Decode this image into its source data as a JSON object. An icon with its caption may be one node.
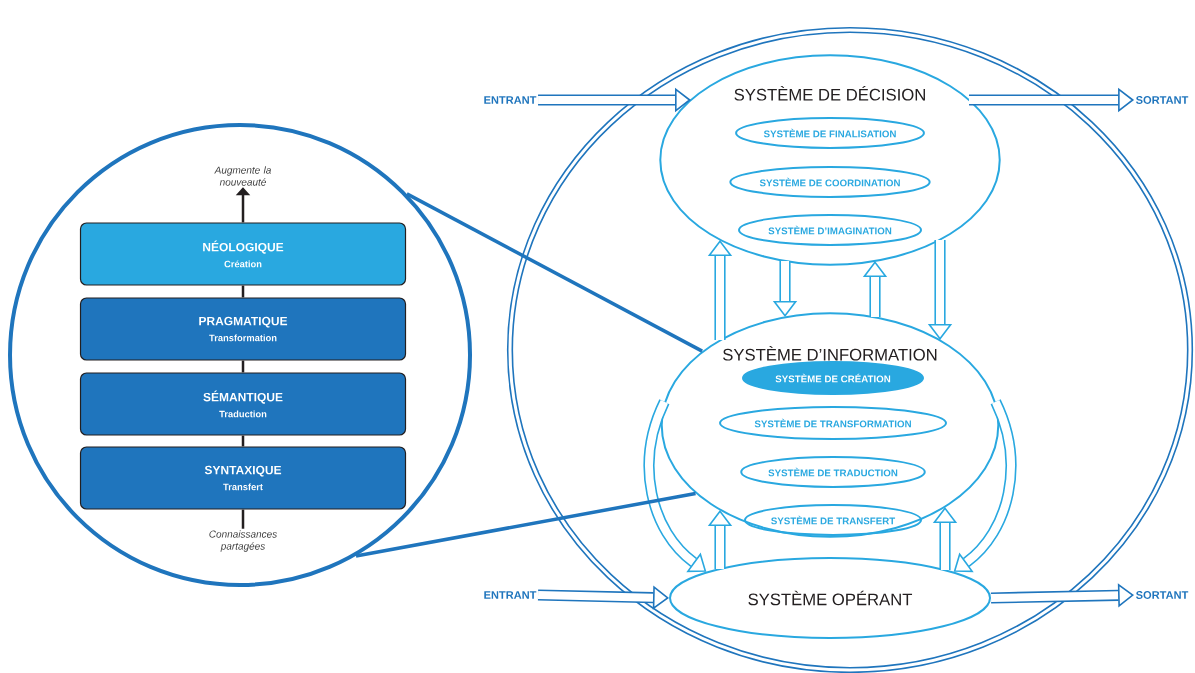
{
  "diagram": {
    "nodes": [
      {
        "text": [],
        "shape": "circle"
      },
      {
        "text": [
          "SYSTÈME DE DÉCISION"
        ],
        "in": 0
      },
      {
        "text": [
          "SYSTÈME DE FINALISATION"
        ],
        "in": 1
      },
      {
        "text": [
          "SYSTÈME DE COORDINATION"
        ],
        "in": 1
      },
      {
        "text": [
          "SYSTÈME D’IMAGINATION"
        ],
        "in": 1
      },
      {
        "text": [
          "SYSTÈME D’INFORMATION"
        ],
        "in": 0
      },
      {
        "text": [
          "SYSTÈME DE CRÉATION"
        ],
        "in": 5
      },
      {
        "text": [
          "SYSTÈME DE TRANSFORMATION"
        ],
        "in": 5
      },
      {
        "text": [
          "SYSTÈME DE TRADUCTION"
        ],
        "in": 5
      },
      {
        "text": [
          "SYSTÈME DE TRANSFERT"
        ],
        "in": 5
      },
      {
        "text": [
          "SYSTÈME OPÉRANT"
        ],
        "in": 0
      },
      {
        "text": [
          "ENTRANT"
        ]
      },
      {
        "text": [
          "SORTANT"
        ]
      },
      {
        "text": [
          "ENTRANT"
        ]
      },
      {
        "text": [
          "SORTANT"
        ]
      },
      {
        "text": [],
        "shape": "circle"
      },
      {
        "text": [
          "NÉOLOGIQUE",
          "Création"
        ],
        "in": 15
      },
      {
        "text": [
          "PRAGMATIQUE",
          "Transformation"
        ],
        "in": 15
      },
      {
        "text": [
          "SÉMANTIQUE",
          "Traduction"
        ],
        "in": 15
      },
      {
        "text": [
          "SYNTAXIQUE",
          "Transfert"
        ],
        "in": 15
      },
      {
        "text": [
          "Augmente la nouveauté"
        ],
        "in": 15
      },
      {
        "text": [
          "Connaissances partagées"
        ],
        "in": 15
      }
    ],
    "edges": [
      {
        "from": 11,
        "to": 1,
        "arrow": "to",
        "color": "#1f75bd"
      },
      {
        "from": 1,
        "to": 12,
        "arrow": "to",
        "color": "#1f75bd"
      },
      {
        "from": 5,
        "to": 1,
        "arrow": "to"
      },
      {
        "from": 1,
        "to": 5,
        "arrow": "to"
      },
      {
        "from": 5,
        "to": 1,
        "arrow": "to"
      },
      {
        "from": 1,
        "to": 5,
        "arrow": "to"
      },
      {
        "from": 5,
        "to": 10,
        "arrow": "to"
      },
      {
        "from": 10,
        "to": 5,
        "arrow": "to"
      },
      {
        "from": 10,
        "to": 5,
        "arrow": "to"
      },
      {
        "from": 5,
        "to": 10,
        "arrow": "to"
      },
      {
        "from": 13,
        "to": 10,
        "arrow": "to",
        "color": "#1f75bd"
      },
      {
        "from": 10,
        "to": 14,
        "arrow": "to",
        "color": "#1f75bd"
      },
      {
        "from": 21,
        "to": 19,
        "arrow": "none",
        "color": "#231f20"
      },
      {
        "from": 19,
        "to": 18,
        "arrow": "none",
        "color": "#231f20"
      },
      {
        "from": 18,
        "to": 17,
        "arrow": "none",
        "color": "#231f20"
      },
      {
        "from": 17,
        "to": 16,
        "arrow": "none",
        "color": "#231f20"
      },
      {
        "from": 16,
        "to": 20,
        "arrow": "to",
        "color": "#231f20"
      },
      {
        "from": 15,
        "to": 5,
        "arrow": "none",
        "color": "#1f75bd"
      },
      {
        "from": 15,
        "to": 5,
        "arrow": "none",
        "color": "#1f75bd"
      }
    ]
  }
}
